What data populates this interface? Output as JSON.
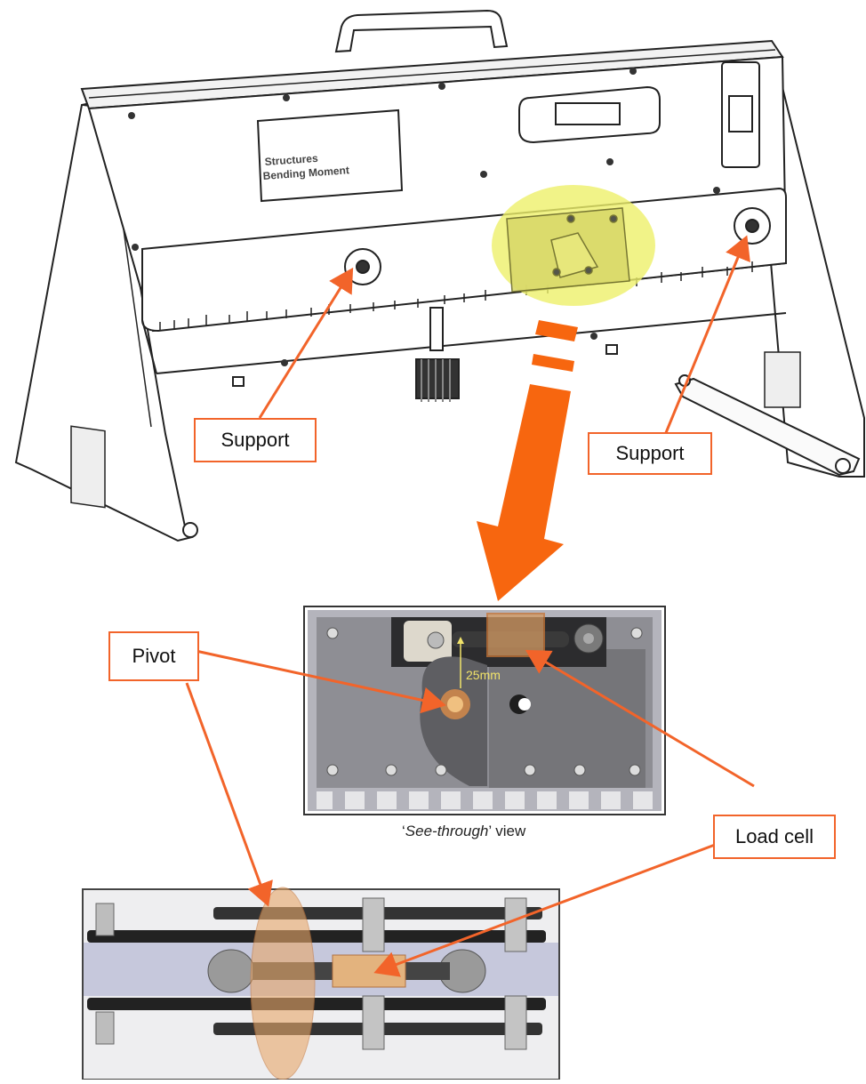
{
  "apparatus": {
    "panel_text_line1": "Structures",
    "panel_text_line2": "Bending Moment"
  },
  "labels": {
    "support_left": "Support",
    "support_right": "Support",
    "pivot": "Pivot",
    "load_cell": "Load cell"
  },
  "detail": {
    "dimension": "25mm",
    "caption_quote_open": "‘",
    "caption_italic": "See-through",
    "caption_rest": "’ view"
  },
  "colors": {
    "accent": "#f2642a",
    "highlight": "#eef06a",
    "load_cell_fill": "#e8a86a"
  }
}
